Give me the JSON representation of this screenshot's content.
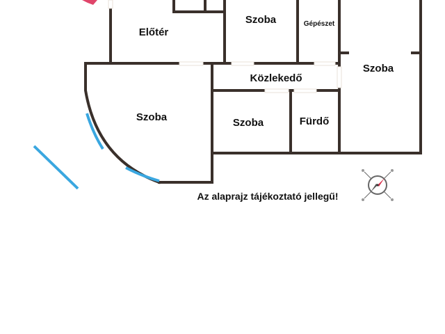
{
  "rooms": {
    "eloter": "Előtér",
    "szoba_top": "Szoba",
    "gepeszet": "Gépészet",
    "szoba_right": "Szoba",
    "kozlekedo": "Közlekedő",
    "szoba_curved": "Szoba",
    "szoba_middle": "Szoba",
    "furdo": "Fürdő"
  },
  "disclaimer": "Az alaprajz tájékoztató jellegű!",
  "compass": {
    "icon": "compass-icon"
  },
  "colors": {
    "wall": "#3a302b",
    "window": "#3aa7e0",
    "door_gap": "#e8e2da",
    "entrance_arrow": "#e0456a",
    "compass_needle": "#d9304c"
  }
}
